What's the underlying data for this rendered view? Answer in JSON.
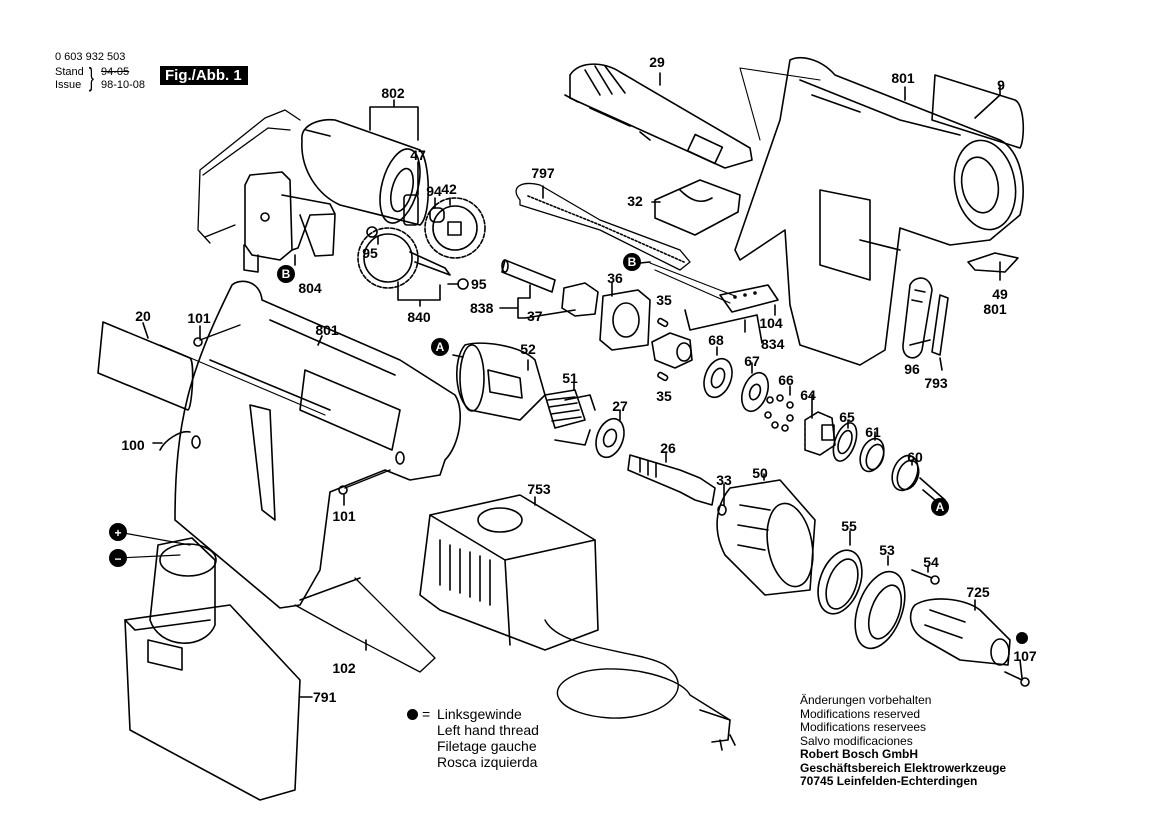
{
  "header": {
    "document_number": "0 603 932 503",
    "stand_label": "Stand",
    "issue_label": "Issue",
    "stand_value_struck": "94-05",
    "issue_date": "98-10-08",
    "figure_label": "Fig./Abb. 1"
  },
  "parts": {
    "p802": "802",
    "p47": "47",
    "p94": "94",
    "p42": "42",
    "p95a": "95",
    "p95b": "95",
    "p804": "804",
    "p840": "840",
    "p838": "838",
    "p37": "37",
    "p36": "36",
    "p797": "797",
    "p29": "29",
    "p32": "32",
    "p801_top": "801",
    "p9": "9",
    "p104": "104",
    "p35a": "35",
    "p35b": "35",
    "p834": "834",
    "p68": "68",
    "p67": "67",
    "p66": "66",
    "p64": "64",
    "p65": "65",
    "p61": "61",
    "p60": "60",
    "p96": "96",
    "p793": "793",
    "p49": "49",
    "p801_right": "801",
    "p20": "20",
    "p101a": "101",
    "p801_mid": "801",
    "p100": "100",
    "p101b": "101",
    "p52": "52",
    "p51": "51",
    "p27": "27",
    "p26": "26",
    "p33": "33",
    "p50": "50",
    "p55": "55",
    "p53": "53",
    "p54": "54",
    "p725": "725",
    "p107": "107",
    "p753": "753",
    "p102": "102",
    "p791": "791"
  },
  "badges": {
    "a": "A",
    "b": "B",
    "plus": "+",
    "minus": "−"
  },
  "legend": {
    "symbol": "●",
    "equals": "=",
    "lines": [
      "Linksgewinde",
      "Left hand thread",
      "Filetage gauche",
      "Rosca izquierda"
    ]
  },
  "footer": {
    "lines": [
      "Änderungen vorbehalten",
      "Modifications reserved",
      "Modifications reservees",
      "Salvo modificaciones"
    ],
    "company": "Robert Bosch GmbH",
    "division": "Geschäftsbereich Elektrowerkzeuge",
    "address": "70745 Leinfelden-Echterdingen"
  }
}
